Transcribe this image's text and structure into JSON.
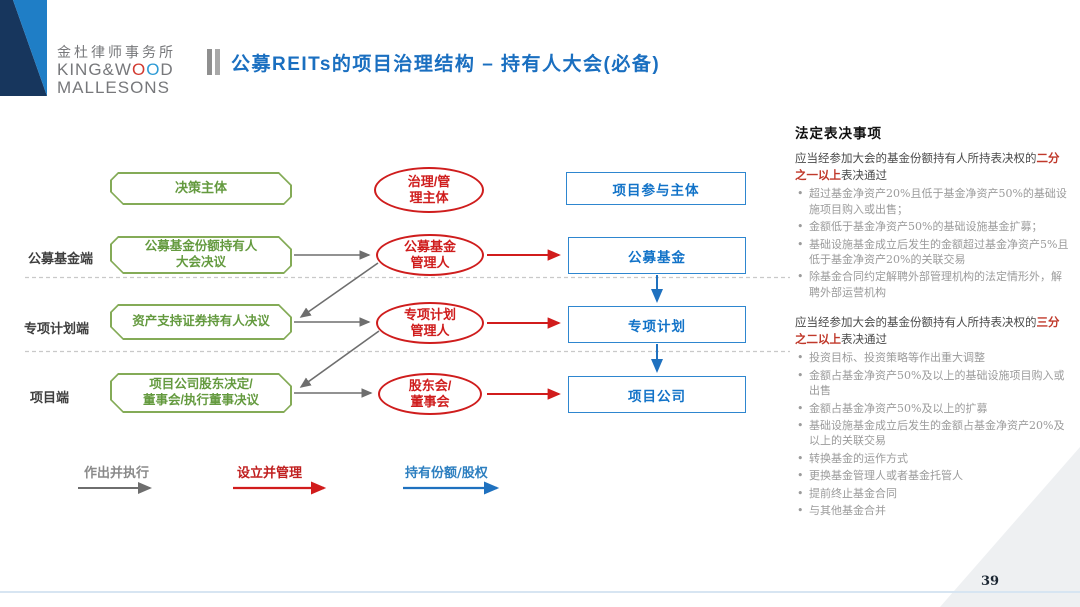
{
  "slide": {
    "logo": {
      "cn": "金杜律师事务所",
      "en1_a": "KING&W",
      "en1_o1": "O",
      "en1_o2": "O",
      "en1_b": "D",
      "en2": "MALLESONS"
    },
    "title": "公募REITs的项目治理结构 – 持有人大会(必备)",
    "page_number": "39"
  },
  "diagram": {
    "row_labels": [
      "公募基金端",
      "专项计划端",
      "项目端"
    ],
    "headers": {
      "decision": "决策主体",
      "governance": "治理/管\n理主体",
      "participant": "项目参与主体"
    },
    "decision_boxes": [
      "公募基金份额持有人\n大会决议",
      "资产支持证券持有人决议",
      "项目公司股东决定/\n董事会/执行董事决议"
    ],
    "governance_ovals": [
      "公募基金\n管理人",
      "专项计划\n管理人",
      "股东会/\n董事会"
    ],
    "participant_boxes": [
      "公募基金",
      "专项计划",
      "项目公司"
    ],
    "legend": [
      {
        "label": "作出并执行",
        "color": "#808080"
      },
      {
        "label": "设立并管理",
        "color": "#c02020"
      },
      {
        "label": "持有份额/股权",
        "color": "#2d7fc0"
      }
    ]
  },
  "panel": {
    "heading": "法定表决事项",
    "rule1": {
      "pre": "应当经参加大会的基金份额持有人所持表决权的",
      "em": "二分之一以上",
      "post": "表决通过"
    },
    "rule1_items": [
      "超过基金净资产20%且低于基金净资产50%的基础设施项目购入或出售；",
      "金额低于基金净资产50%的基础设施基金扩募；",
      "基础设施基金成立后发生的金额超过基金净资产5%且低于基金净资产20%的关联交易",
      "除基金合同约定解聘外部管理机构的法定情形外，解聘外部运营机构"
    ],
    "rule2": {
      "pre": "应当经参加大会的基金份额持有人所持表决权的",
      "em": "三分之二以上",
      "post": "表决通过"
    },
    "rule2_items": [
      "投资目标、投资策略等作出重大调整",
      "金额占基金净资产50%及以上的基础设施项目购入或出售",
      "金额占基金净资产50%及以上的扩募",
      "基础设施基金成立后发生的金额占基金净资产20%及以上的关联交易",
      "转换基金的运作方式",
      "更换基金管理人或者基金托管人",
      "提前终止基金合同",
      "与其他基金合并"
    ]
  },
  "colors": {
    "title_blue": "#1a6fc0",
    "green": "#84ab57",
    "red": "#cf1d1d",
    "blue_box": "#2e86cf",
    "dashed_gray": "#c9c9c9",
    "footer_line": "#d7e5f2",
    "logo_navy": "#17365d",
    "logo_blue": "#1f7ec6"
  }
}
